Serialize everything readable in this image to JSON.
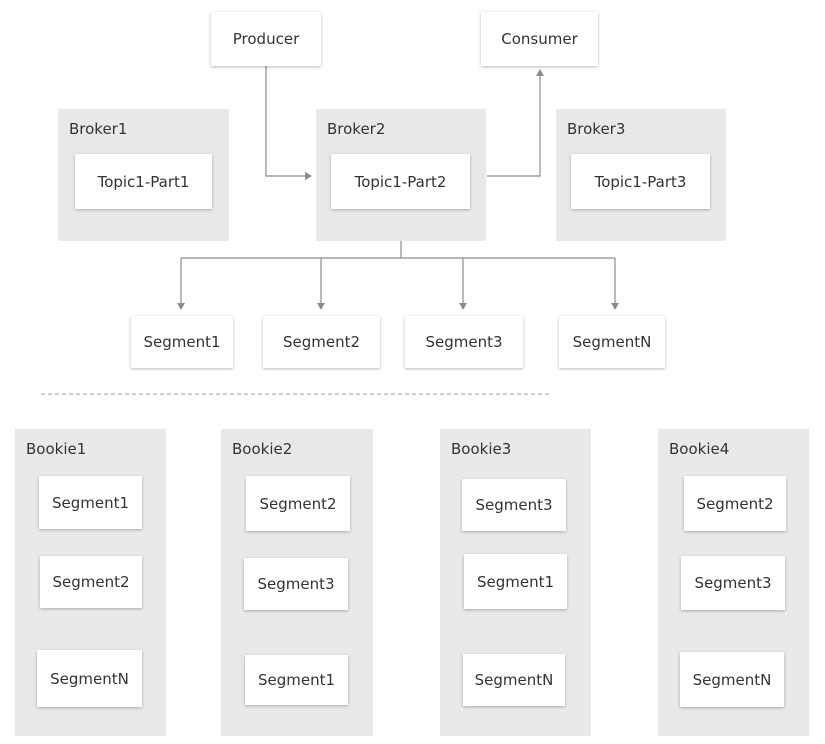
{
  "producer": "Producer",
  "consumer": "Consumer",
  "brokers": [
    {
      "label": "Broker1",
      "partition": "Topic1-Part1"
    },
    {
      "label": "Broker2",
      "partition": "Topic1-Part2"
    },
    {
      "label": "Broker3",
      "partition": "Topic1-Part3"
    }
  ],
  "segments": [
    "Segment1",
    "Segment2",
    "Segment3",
    "SegmentN"
  ],
  "bookies": [
    {
      "label": "Bookie1",
      "segments": [
        "Segment1",
        "Segment2",
        "SegmentN"
      ]
    },
    {
      "label": "Bookie2",
      "segments": [
        "Segment2",
        "Segment3",
        "Segment1"
      ]
    },
    {
      "label": "Bookie3",
      "segments": [
        "Segment3",
        "Segment1",
        "SegmentN"
      ]
    },
    {
      "label": "Bookie4",
      "segments": [
        "Segment2",
        "Segment3",
        "SegmentN"
      ]
    }
  ],
  "colors": {
    "line": "#8c8c8c",
    "group_bg": "#e9e9ea",
    "box_bg": "#ffffff",
    "text": "#333333"
  }
}
